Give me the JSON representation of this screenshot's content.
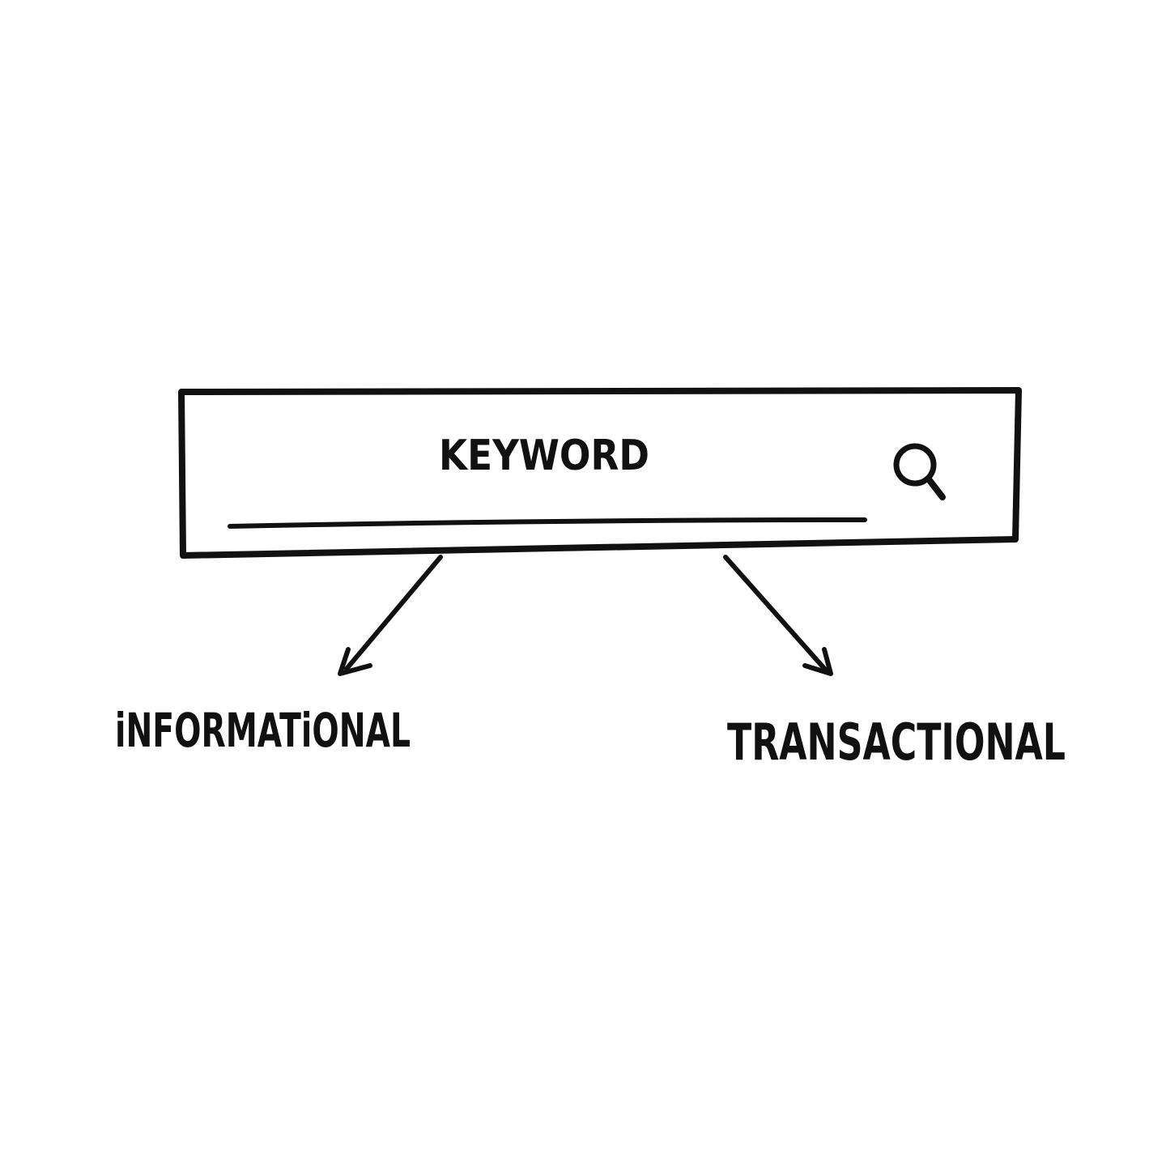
{
  "diagram": {
    "search_box": {
      "keyword": "KEYWORD",
      "icon": "search-icon"
    },
    "branches": [
      {
        "label": "iNFORMATiONAL"
      },
      {
        "label": "TRANSACTIONAL"
      }
    ],
    "colors": {
      "ink": "#111111",
      "background": "#ffffff"
    }
  }
}
